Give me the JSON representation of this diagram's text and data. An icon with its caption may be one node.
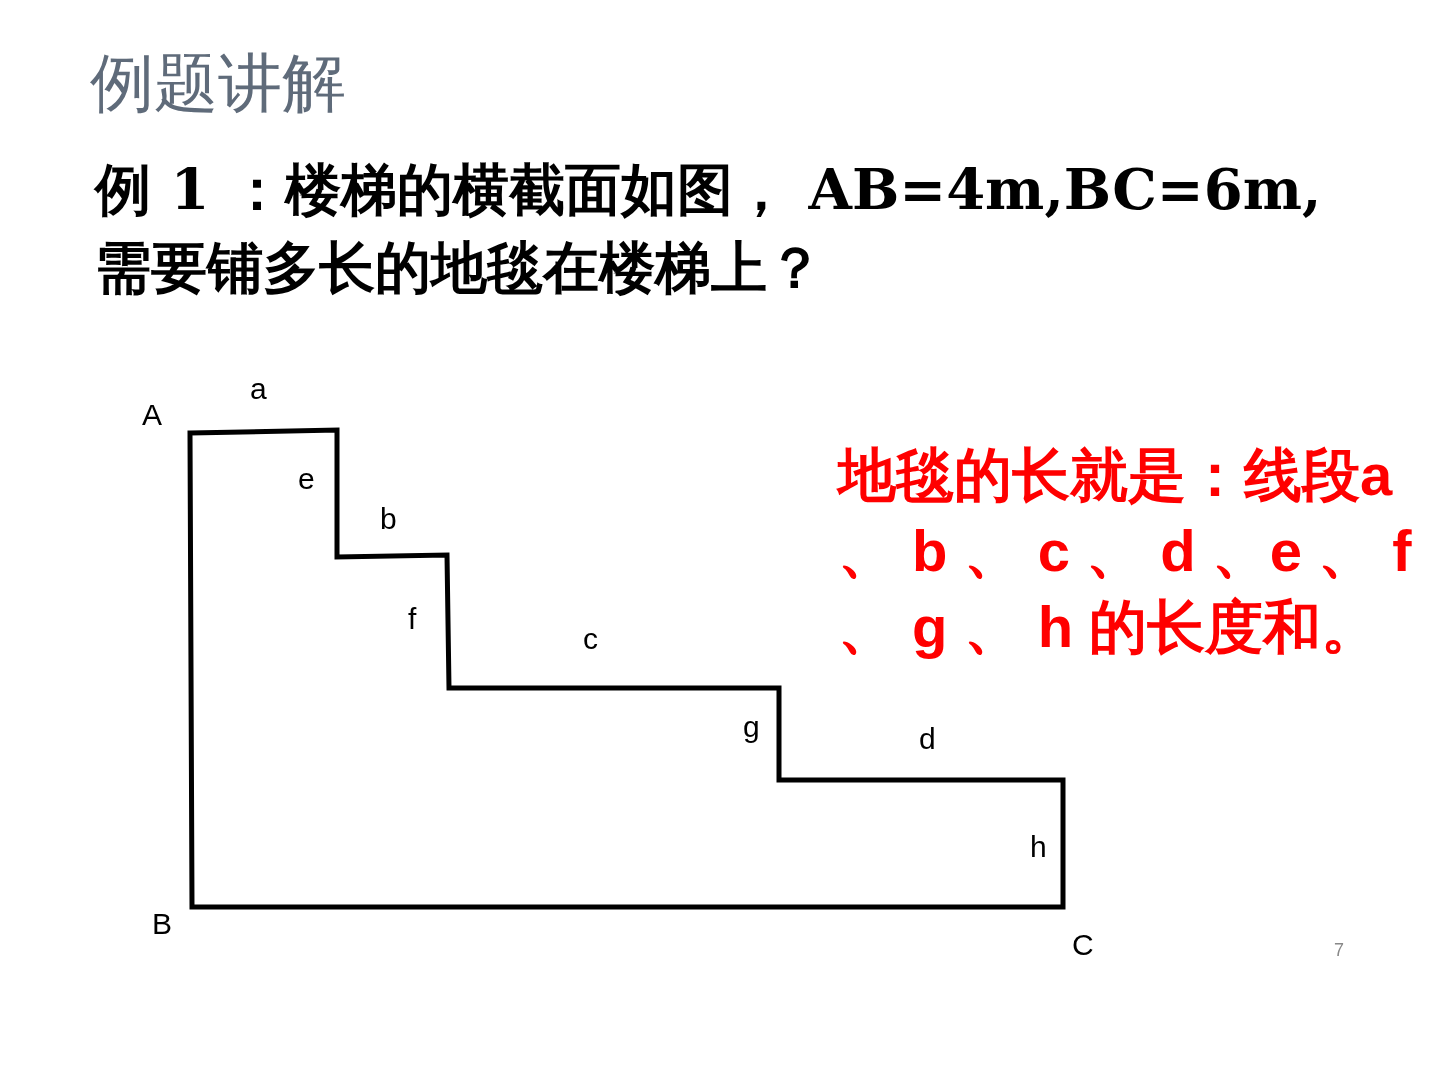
{
  "diagram": {
    "title": "例题讲解",
    "labels": [
      "例 1 ：楼梯的横截面如图， AB=4m,BC=6m,需要铺多长的地毯在楼梯上？",
      "a",
      "A",
      "e",
      "b",
      "地毯的长就是：线段a 、 b 、 c 、 d 、e 、 f 、 g 、 h 的长度和。",
      "f",
      "c",
      "g",
      "d",
      "h",
      "B",
      "C",
      "7"
    ]
  }
}
